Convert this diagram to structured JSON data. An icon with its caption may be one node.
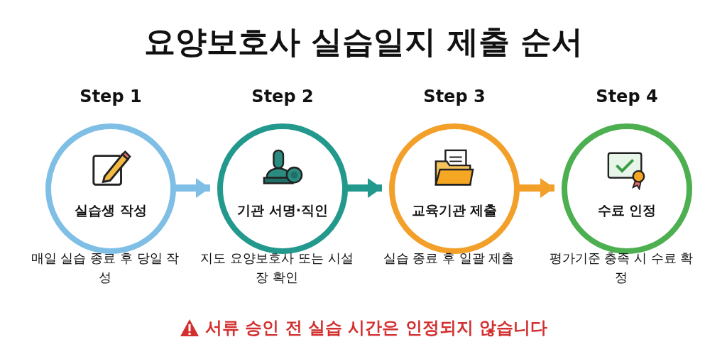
{
  "diagram": {
    "title": "요양보호사 실습일지 제출 순서",
    "nodes": [
      {
        "text": [
          "Step 1",
          "실습생 작성"
        ],
        "beside": [
          "매일 실습 종료 후 당일 작성"
        ]
      },
      {
        "text": [
          "Step 2",
          "기관 서명·직인"
        ],
        "beside": [
          "지도 요양보호사 또는 시설장 확인"
        ]
      },
      {
        "text": [
          "Step 3",
          "교육기관 제출"
        ],
        "beside": [
          "실습 종료 후 일괄 제출"
        ]
      },
      {
        "text": [
          "Step 4",
          "수료 인정"
        ],
        "beside": [
          "평가기준 충족 시 수료 확정"
        ]
      }
    ],
    "edges": [
      {
        "from": 0,
        "to": 1,
        "arrow": "to",
        "color": "#7fbfe6"
      },
      {
        "from": 1,
        "to": 2,
        "arrow": "to",
        "color": "#23998e"
      },
      {
        "from": 2,
        "to": 3,
        "arrow": "to",
        "color": "#f2a02a"
      }
    ],
    "labels": [
      "서류 승인 전 실습 시간은 인정되지 않습니다"
    ]
  }
}
